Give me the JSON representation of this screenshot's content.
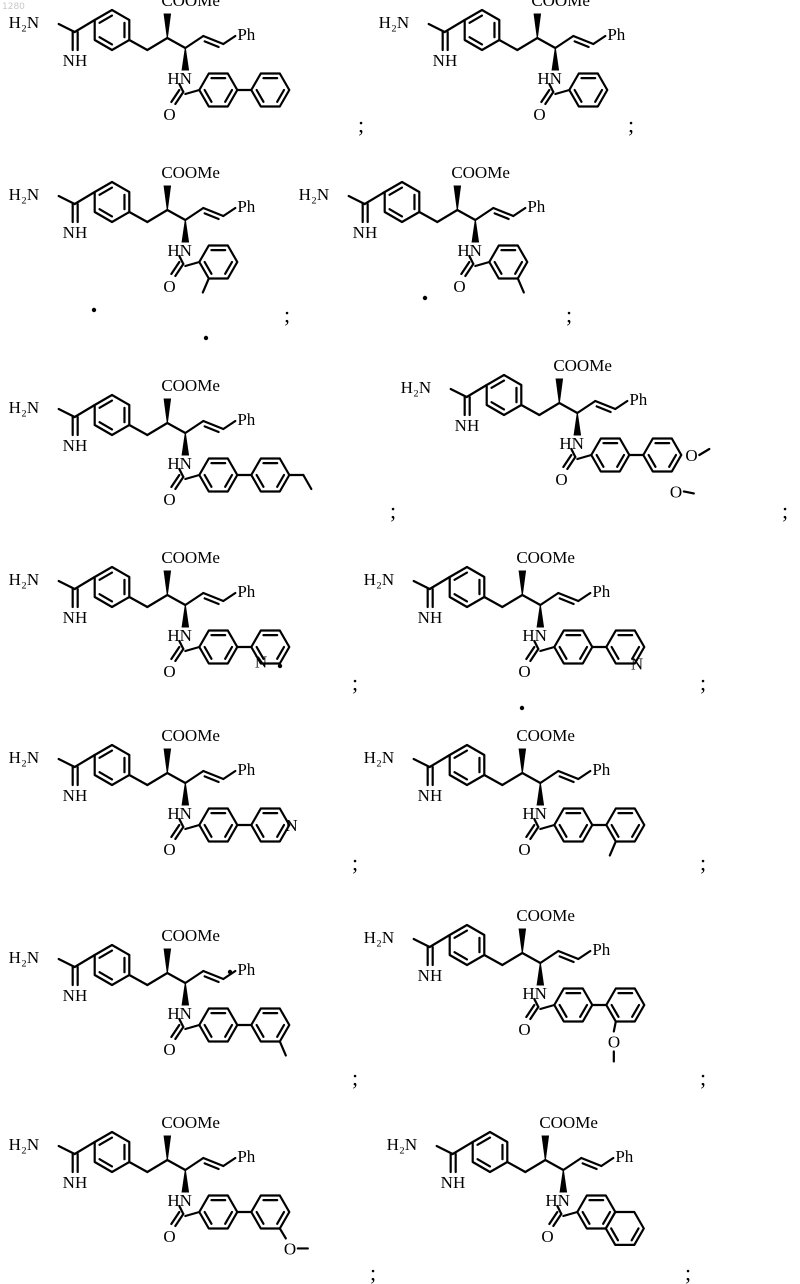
{
  "page_stamp": "1280",
  "separator": ";",
  "labels": {
    "amine": "H₂N",
    "imine": "NH",
    "ester": "COOMe",
    "phenyl": "Ph",
    "amide_nh": "HN",
    "carbonyl_o": "O",
    "pyridine_n": "N",
    "methoxy": "O"
  },
  "compounds": [
    {
      "id": 1,
      "amide_group": "biphenyl-4-yl",
      "substituent": null
    },
    {
      "id": 2,
      "amide_group": "phenyl",
      "substituent": null
    },
    {
      "id": 3,
      "amide_group": "2-methylphenyl",
      "substituent": "methyl"
    },
    {
      "id": 4,
      "amide_group": "3-methylphenyl",
      "substituent": "methyl"
    },
    {
      "id": 5,
      "amide_group": "4'-ethylbiphenyl-4-yl",
      "substituent": "ethyl"
    },
    {
      "id": 6,
      "amide_group": "3',4'-dimethoxybiphenyl-4-yl",
      "substituent": "methoxy"
    },
    {
      "id": 7,
      "amide_group": "4-(pyridin-2-yl)phenyl",
      "substituent": "pyridyl"
    },
    {
      "id": 8,
      "amide_group": "4-(pyridin-3-yl)phenyl",
      "substituent": "pyridyl"
    },
    {
      "id": 9,
      "amide_group": "4-(pyridin-4-yl)phenyl",
      "substituent": "pyridyl"
    },
    {
      "id": 10,
      "amide_group": "2'-methylbiphenyl-4-yl",
      "substituent": "methyl"
    },
    {
      "id": 11,
      "amide_group": "3'-methylbiphenyl-4-yl",
      "substituent": "methyl"
    },
    {
      "id": 12,
      "amide_group": "2'-methoxybiphenyl-4-yl",
      "substituent": "methoxy"
    },
    {
      "id": 13,
      "amide_group": "3'-methoxybiphenyl-4-yl",
      "substituent": "methoxy"
    },
    {
      "id": 14,
      "amide_group": "naphthalen-2-yl",
      "substituent": null
    }
  ]
}
